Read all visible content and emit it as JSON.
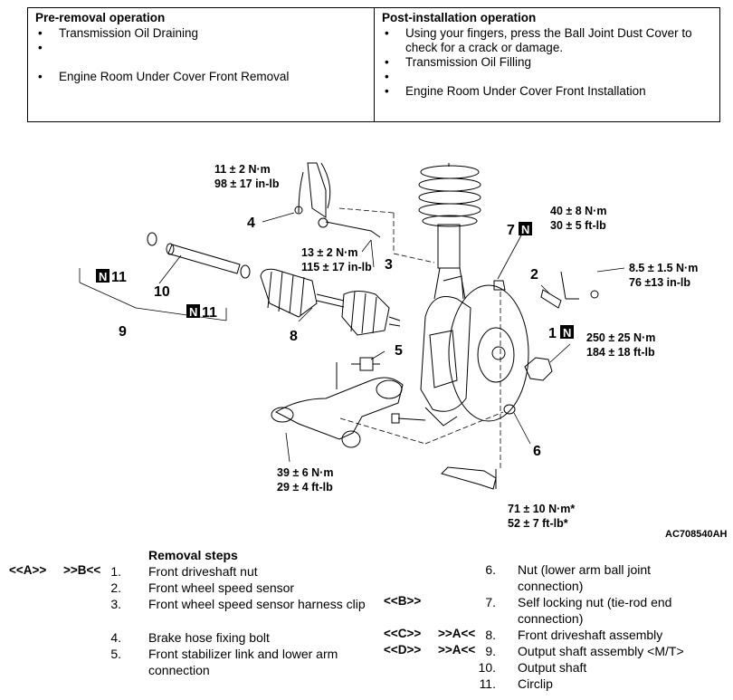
{
  "pre_removal": {
    "title": "Pre-removal operation",
    "items": [
      "Transmission Oil Draining",
      "Engine Room Under Cover Front Removal"
    ]
  },
  "post_installation": {
    "title": "Post-installation operation",
    "items": [
      "Using your fingers, press the Ball Joint Dust Cover to check for a crack or damage.",
      "Transmission Oil Filling",
      "Engine Room Under Cover Front Installation"
    ]
  },
  "diagram": {
    "figure_id": "AC708540AH",
    "torques": {
      "t11a": "11 ± 2 N·m",
      "t11b": "98 ± 17 in-lb",
      "t13a": "13 ± 2 N·m",
      "t13b": "115 ± 17 in-lb",
      "t40a": "40 ± 8 N·m",
      "t40b": "30 ± 5 ft-lb",
      "t85a": "8.5 ± 1.5 N·m",
      "t85b": "76 ±13 in-lb",
      "t250a": "250 ± 25 N·m",
      "t250b": "184 ± 18 ft-lb",
      "t39a": "39 ± 6 N·m",
      "t39b": "29 ± 4 ft-lb",
      "t71a": "71 ± 10 N·m*",
      "t71b": "52 ± 7 ft-lb*"
    },
    "callouts": {
      "c1": "1",
      "c2": "2",
      "c3": "3",
      "c4": "4",
      "c5": "5",
      "c6": "6",
      "c7": "7",
      "c8": "8",
      "c9": "9",
      "c10": "10",
      "c11a": "11",
      "c11b": "11",
      "n": "N"
    }
  },
  "removal": {
    "title": "Removal steps",
    "marks": {
      "m1a": "<<A>>",
      "m1b": ">>B<<",
      "m7": "<<B>>",
      "m8a": "<<C>>",
      "m8b": ">>A<<",
      "m9a": "<<D>>",
      "m9b": ">>A<<"
    },
    "steps": [
      {
        "no": "1.",
        "text": "Front driveshaft nut"
      },
      {
        "no": "2.",
        "text": "Front wheel speed sensor"
      },
      {
        "no": "3.",
        "text": "Front wheel speed sensor harness clip"
      },
      {
        "no": "4.",
        "text": "Brake hose fixing bolt"
      },
      {
        "no": "5.",
        "text": "Front stabilizer link and lower arm connection"
      },
      {
        "no": "6.",
        "text": "Nut (lower arm ball joint connection)"
      },
      {
        "no": "7.",
        "text": "Self locking nut (tie-rod end connection)"
      },
      {
        "no": "8.",
        "text": "Front driveshaft assembly"
      },
      {
        "no": "9.",
        "text": "Output shaft assembly <M/T>"
      },
      {
        "no": "10.",
        "text": "Output shaft"
      },
      {
        "no": "11.",
        "text": "Circlip"
      }
    ]
  }
}
